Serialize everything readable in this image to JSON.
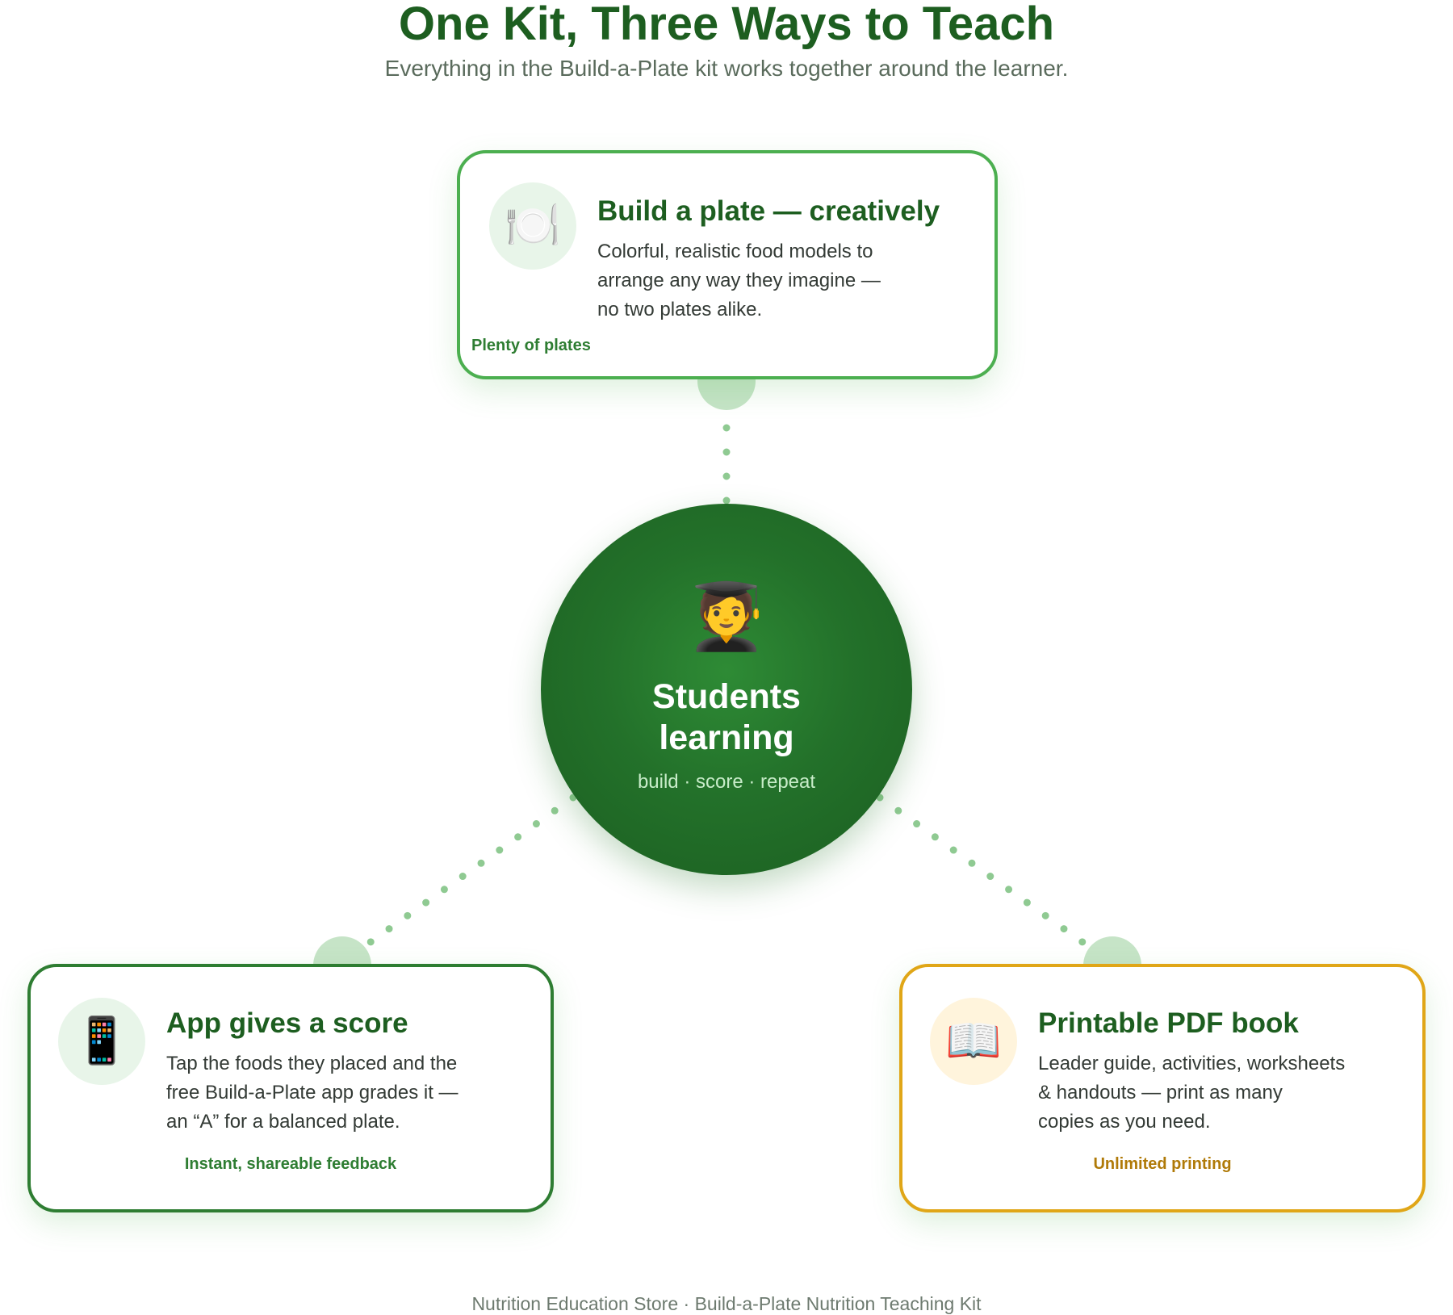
{
  "header": {
    "title": "One Kit, Three Ways to Teach",
    "subtitle": "Everything in the Build-a-Plate kit works together around the learner."
  },
  "hub": {
    "icon": "student-graduate-icon",
    "glyph": "🧑‍🎓",
    "title_line1": "Students",
    "title_line2": "learning",
    "subtitle": "build · score · repeat",
    "color": "#1b5e20"
  },
  "cards": {
    "plate": {
      "icon": "plate-cutlery-icon",
      "glyph": "🍽️",
      "title": "Build a plate — creatively",
      "desc_line1": "Colorful, realistic food models to",
      "desc_line2": "arrange any way they imagine —",
      "desc_line3": "no two plates alike.",
      "tag": "Plenty of plates",
      "accent": "#4caf50"
    },
    "app": {
      "icon": "mobile-phone-icon",
      "glyph": "📱",
      "title": "App gives a score",
      "desc_line1": "Tap the foods they placed and the",
      "desc_line2": "free Build-a-Plate app grades it —",
      "desc_line3": "an “A” for a balanced plate.",
      "tag": "Instant, shareable feedback",
      "accent": "#2e7d32"
    },
    "pdf": {
      "icon": "open-book-icon",
      "glyph": "📖",
      "title": "Printable PDF book",
      "desc_line1": "Leader guide, activities, worksheets",
      "desc_line2": "& handouts — print as many",
      "desc_line3": "copies as you need.",
      "tag": "Unlimited printing",
      "accent": "#e0a617"
    }
  },
  "connector_color": "#8fca92",
  "footer": "Nutrition Education Store · Build-a-Plate Nutrition Teaching Kit"
}
